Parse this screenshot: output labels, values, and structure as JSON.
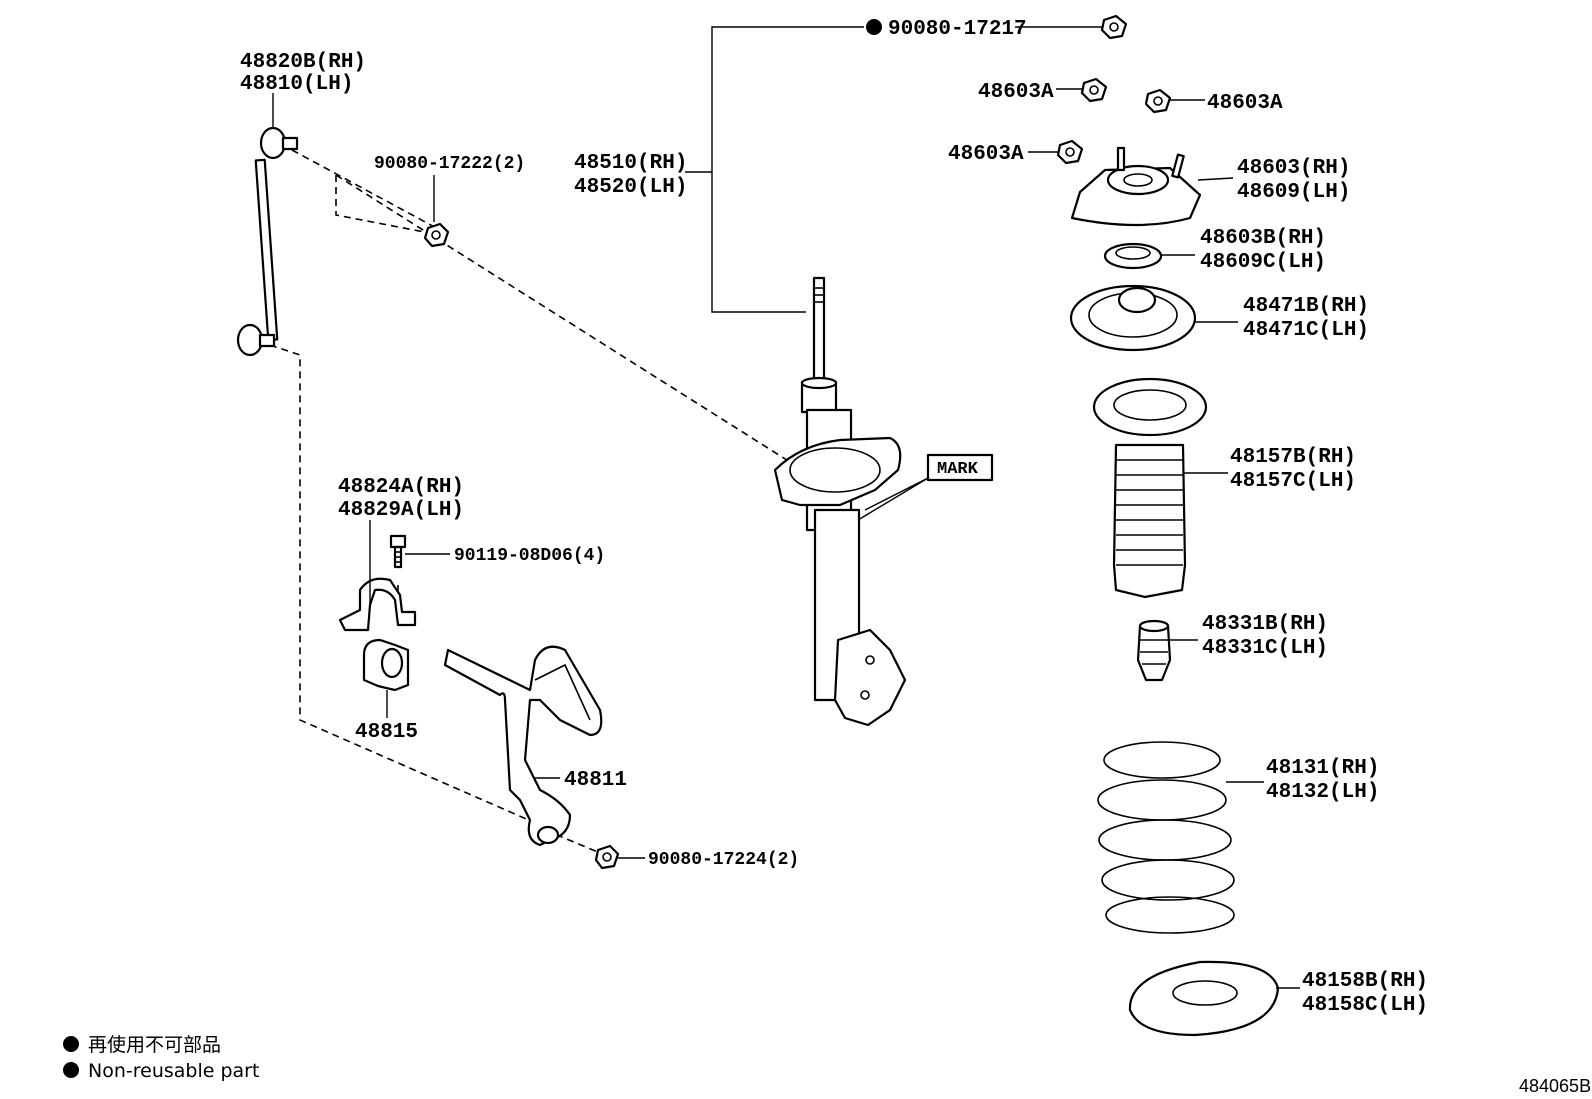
{
  "labels": {
    "p90080_17217": "90080-17217",
    "p48603A_1": "48603A",
    "p48603A_2": "48603A",
    "p48603A_3": "48603A",
    "p48603_rh": "48603(RH)",
    "p48609_lh": "48609(LH)",
    "p48603B_rh": "48603B(RH)",
    "p48609C_lh": "48609C(LH)",
    "p48471B_rh": "48471B(RH)",
    "p48471C_lh": "48471C(LH)",
    "p48157B_rh": "48157B(RH)",
    "p48157C_lh": "48157C(LH)",
    "p48331B_rh": "48331B(RH)",
    "p48331C_lh": "48331C(LH)",
    "p48131_rh": "48131(RH)",
    "p48132_lh": "48132(LH)",
    "p48158B_rh": "48158B(RH)",
    "p48158C_lh": "48158C(LH)",
    "p48510_rh": "48510(RH)",
    "p48520_lh": "48520(LH)",
    "p48820B_rh": "48820B(RH)",
    "p48810_lh": "48810(LH)",
    "p90080_17222": "90080-17222(2)",
    "p48824A_rh": "48824A(RH)",
    "p48829A_lh": "48829A(LH)",
    "p90119_08D06": "90119-08D06(4)",
    "p48815": "48815",
    "p48811": "48811",
    "p90080_17224": "90080-17224(2)",
    "mark": "MARK"
  },
  "legend": {
    "line1": "再使用不可部品",
    "line2": "Non-reusable part"
  },
  "figure_code": "484065B"
}
